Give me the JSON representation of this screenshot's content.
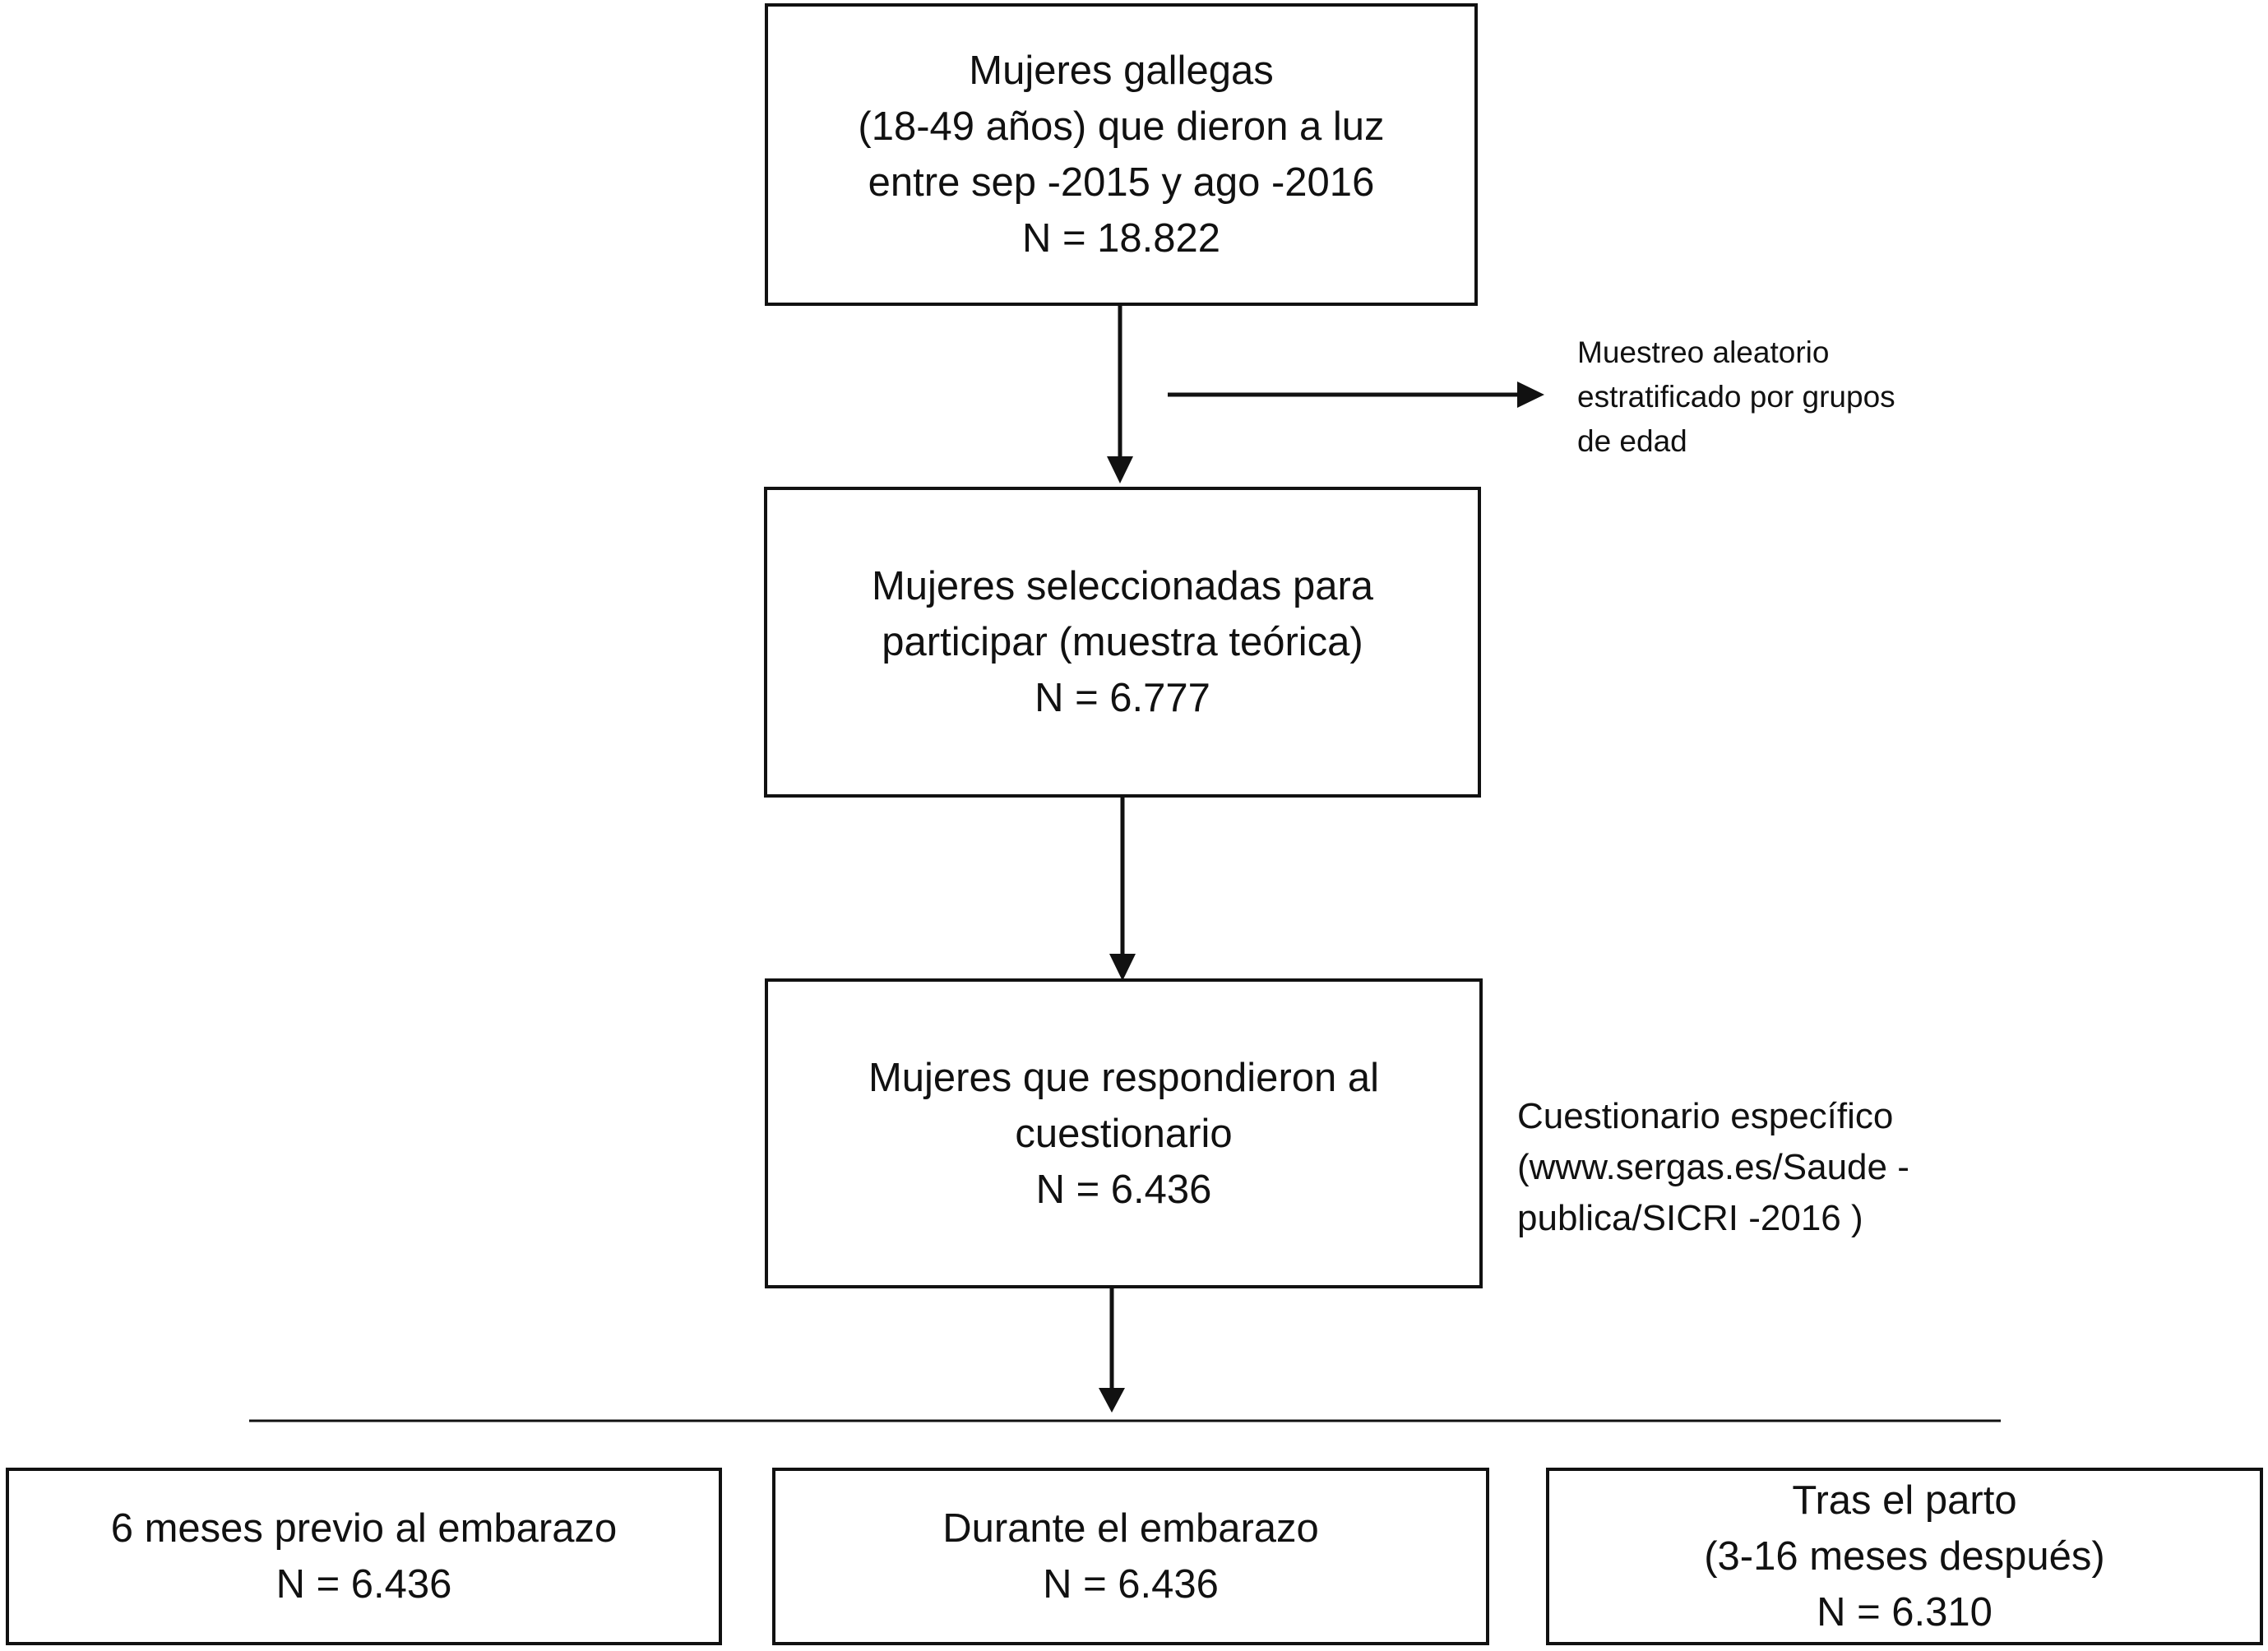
{
  "flowchart": {
    "nodes": {
      "population": {
        "lines": [
          "Mujeres gallegas",
          "(18-49 años)  que dieron a luz",
          "entre sep -2015 y ago -2016",
          "N = 18.822"
        ]
      },
      "selected": {
        "lines": [
          "Mujeres seleccionadas para",
          "participar (muestra teórica)",
          "N = 6.777"
        ]
      },
      "responded": {
        "lines": [
          "Mujeres  que respondieron  al",
          "cuestionario",
          "N = 6.436"
        ]
      },
      "before_pregnancy": {
        "lines": [
          "6 meses previo al embarazo",
          "N = 6.436"
        ]
      },
      "during_pregnancy": {
        "lines": [
          "Durante el embarazo",
          "N = 6.436"
        ]
      },
      "after_birth": {
        "lines": [
          "Tras el parto",
          "(3-16 meses después)",
          "N = 6.310"
        ]
      }
    },
    "notes": {
      "sampling": {
        "lines": [
          "Muestreo aleatorio",
          "estratificado por grupos",
          "de edad"
        ]
      },
      "questionnaire": {
        "lines": [
          "Cuestionario  específico",
          "(www.sergas.es/Saude    -",
          "publica/SICRI  -2016 )"
        ]
      }
    },
    "colors": {
      "line": "#111111",
      "background": "#ffffff"
    }
  }
}
